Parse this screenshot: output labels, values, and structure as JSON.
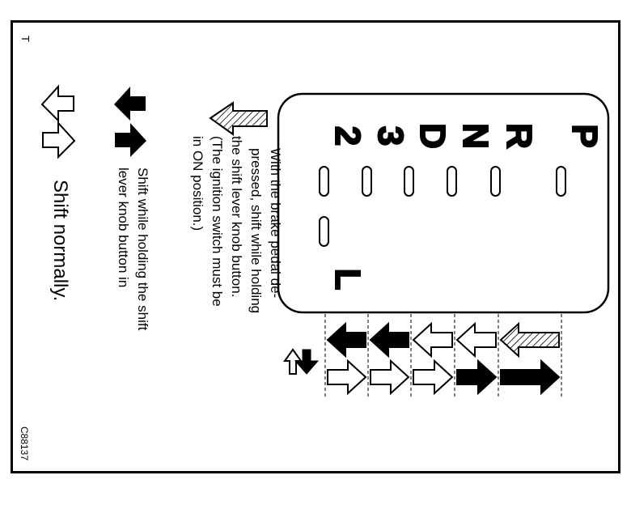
{
  "corner_mark": "T",
  "figure_code": "C88137",
  "gear_positions": [
    "P",
    "R",
    "N",
    "D",
    "3",
    "2"
  ],
  "gear_low_position": "L",
  "brake_instruction_lines": [
    "With the brake pedal de-",
    "pressed, shift while holding",
    "the shift lever knob button.",
    "(The ignition switch must be",
    "in ON position.)"
  ],
  "button_instruction_lines": [
    "Shift while holding the shift",
    "lever knob button in"
  ],
  "normal_instruction": "Shift normally.",
  "shift_pattern": {
    "up_arrows": [
      "hatched",
      "outline",
      "outline",
      "black",
      "black"
    ],
    "down_arrows": [
      "black",
      "black",
      "outline",
      "outline",
      "outline"
    ]
  },
  "legend": {
    "hatched": "brake-and-button",
    "black": "button",
    "outline": "normal"
  }
}
